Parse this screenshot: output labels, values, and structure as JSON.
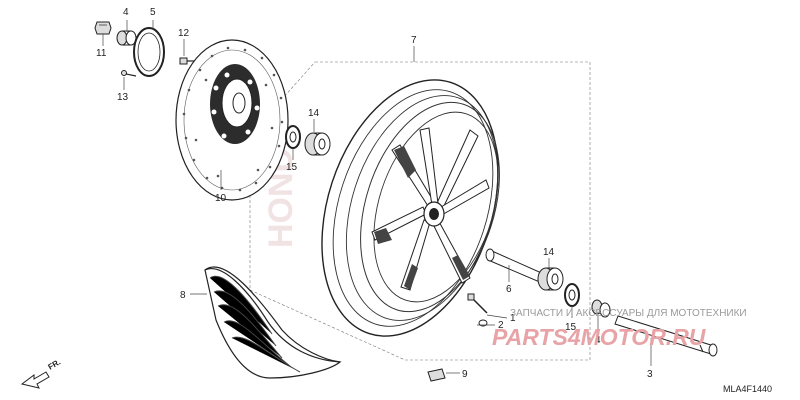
{
  "diagram": {
    "callouts": [
      "4",
      "5",
      "11",
      "12",
      "13",
      "7",
      "14",
      "15",
      "10",
      "8",
      "9",
      "6",
      "14",
      "2",
      "1",
      "15",
      "4",
      "3"
    ],
    "code": "MLA4F1440",
    "direction_label": "FR.",
    "watermark": {
      "brand": "HONDA",
      "shop_text": "ЗАПЧАСТИ И АКСЕССУАРЫ ДЛЯ МОТОТЕХНИКИ",
      "shop_brand": "PARTS4MOTOR.RU"
    }
  }
}
